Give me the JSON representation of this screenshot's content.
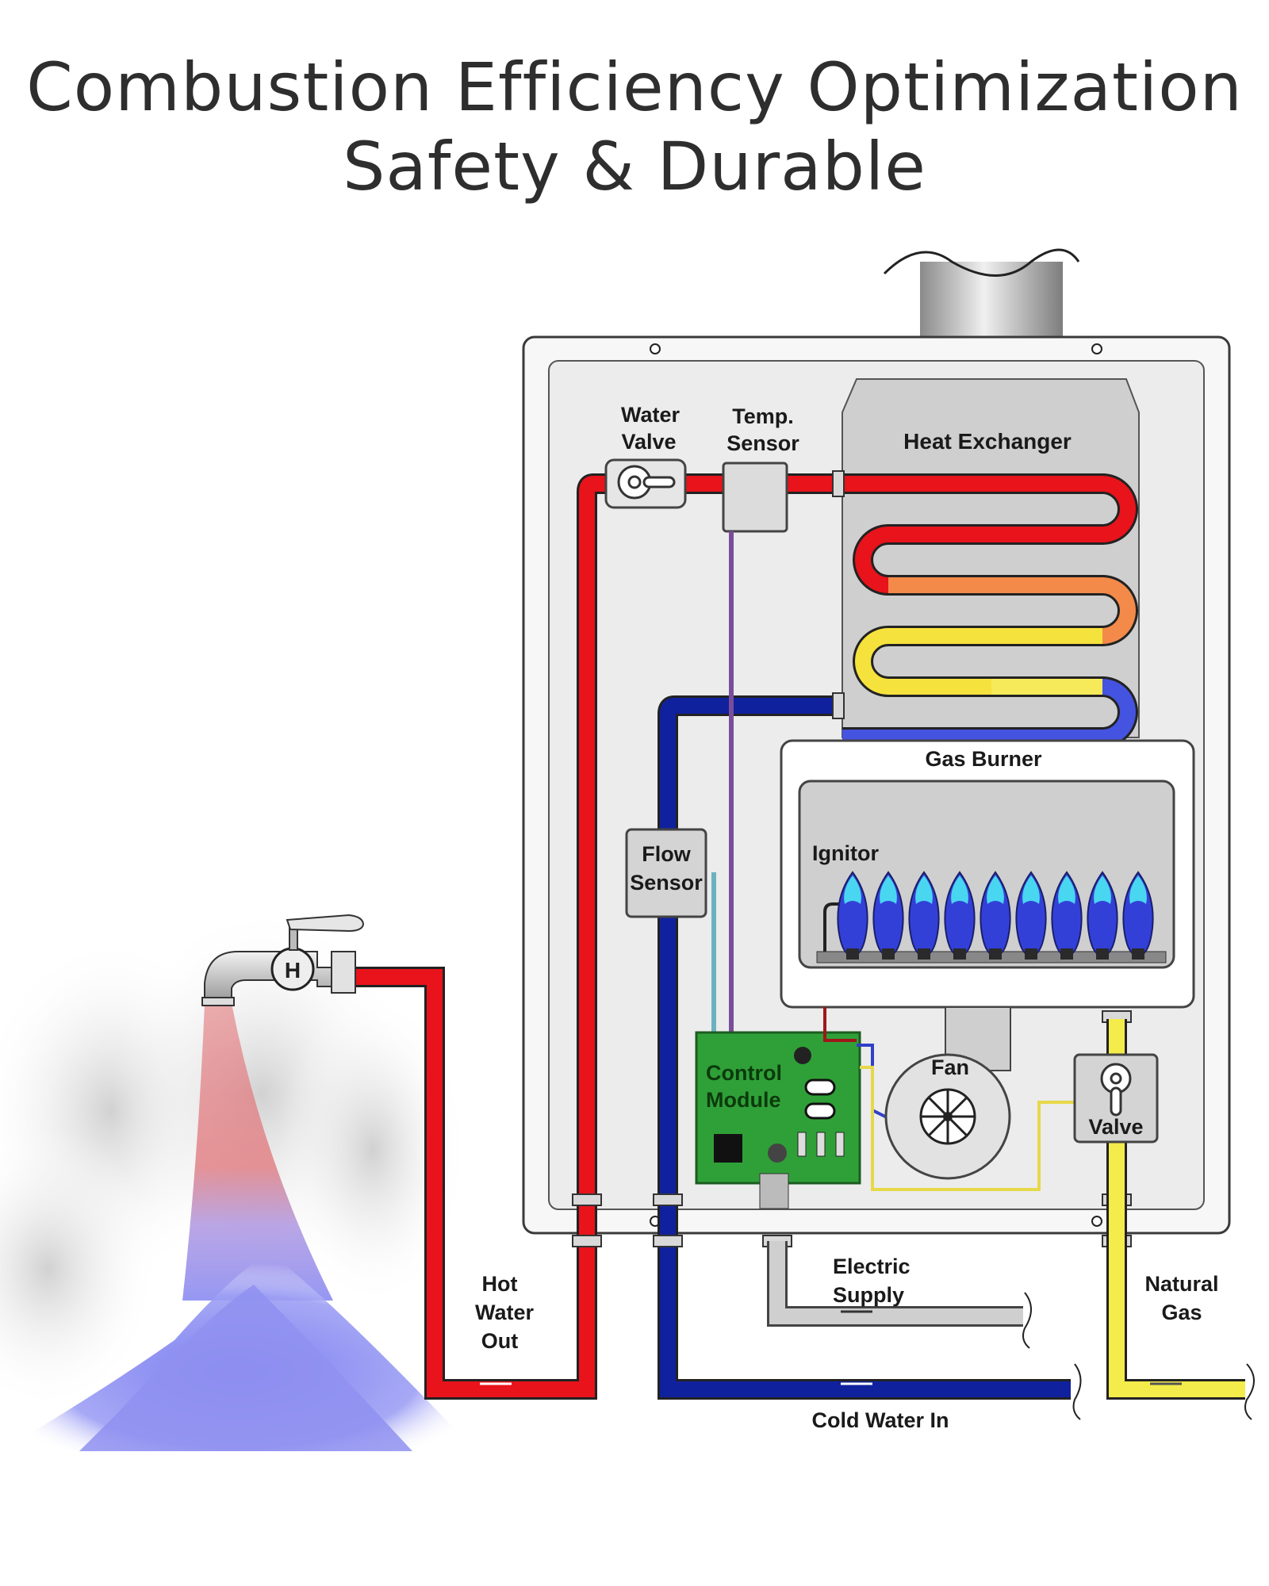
{
  "header": {
    "title_line1": "Combustion Efficiency Optimization",
    "title_line2": "Safety & Durable"
  },
  "labels": {
    "water_valve": [
      "Water",
      "Valve"
    ],
    "temp_sensor": [
      "Temp.",
      "Sensor"
    ],
    "heat_exchanger": "Heat Exchanger",
    "gas_burner": "Gas Burner",
    "ignitor": "Ignitor",
    "flow_sensor": [
      "Flow",
      "Sensor"
    ],
    "control_module": [
      "Control",
      "Module"
    ],
    "fan": "Fan",
    "gas_valve": "Valve",
    "hot_water_out": [
      "Hot",
      "Water",
      "Out"
    ],
    "electric_supply": [
      "Electric",
      "Supply"
    ],
    "natural_gas": [
      "Natural",
      "Gas"
    ],
    "cold_water_in": "Cold Water In",
    "faucet_badge": "H"
  },
  "colors": {
    "hot_pipe": "#e8131b",
    "cold_pipe": "#10219e",
    "gas_pipe": "#f4ec4a",
    "electric_pipe": "#cfcfcf",
    "board": "#2fa038",
    "flame_blue": "#3340d8",
    "flame_cyan": "#49d6f0"
  }
}
